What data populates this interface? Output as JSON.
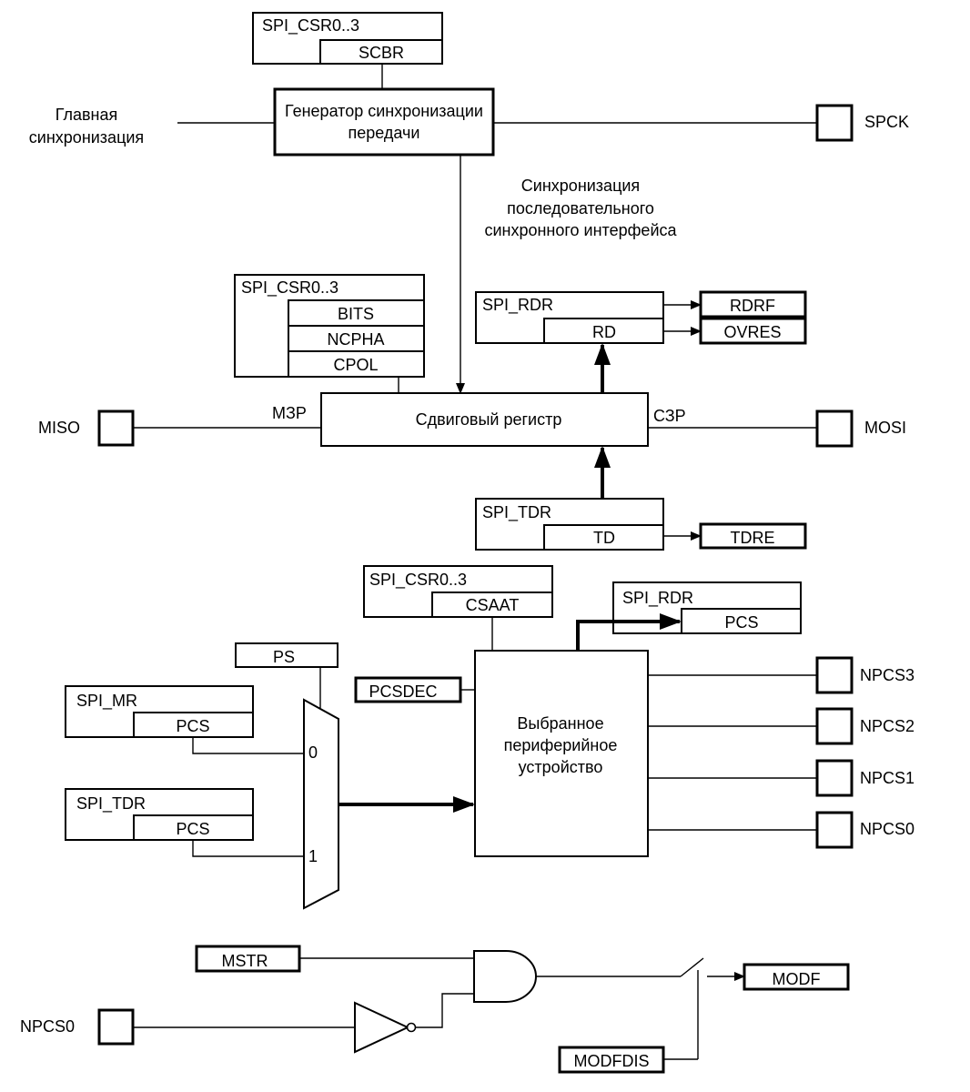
{
  "registers": {
    "csr_top": {
      "title": "SPI_CSR0..3",
      "field": "SCBR"
    },
    "csr_mid": {
      "title": "SPI_CSR0..3",
      "fields": [
        "BITS",
        "NCPHA",
        "CPOL"
      ]
    },
    "rdr_mid": {
      "title": "SPI_RDR",
      "field": "RD"
    },
    "tdr_mid": {
      "title": "SPI_TDR",
      "field": "TD"
    },
    "csr_low": {
      "title": "SPI_CSR0..3",
      "field": "CSAAT"
    },
    "rdr_low": {
      "title": "SPI_RDR",
      "field": "PCS"
    },
    "mr": {
      "title": "SPI_MR",
      "field": "PCS"
    },
    "tdr_low": {
      "title": "SPI_TDR",
      "field": "PCS"
    }
  },
  "flags": {
    "rdrf": "RDRF",
    "ovres": "OVRES",
    "tdre": "TDRE",
    "ps": "PS",
    "pcsdec": "PCSDEC",
    "mstr": "MSTR",
    "modf": "MODF",
    "modfdis": "MODFDIS"
  },
  "blocks": {
    "clock_gen": [
      "Генератор синхронизации",
      "передачи"
    ],
    "shift_reg": "Сдвиговый регистр",
    "periph": [
      "Выбранное",
      "периферийное",
      "устройство"
    ]
  },
  "labels": {
    "master_clock": [
      "Главная",
      "синхронизация"
    ],
    "serial_clock": [
      "Синхронизация",
      "последовательного",
      "синхронного интерфейса"
    ],
    "msb": "МЗР",
    "lsb": "СЗР",
    "mux0": "0",
    "mux1": "1"
  },
  "pins": {
    "spck": "SPCK",
    "miso": "MISO",
    "mosi": "MOSI",
    "npcs3": "NPCS3",
    "npcs2": "NPCS2",
    "npcs1": "NPCS1",
    "npcs0": "NPCS0",
    "npcs0_in": "NPCS0"
  }
}
